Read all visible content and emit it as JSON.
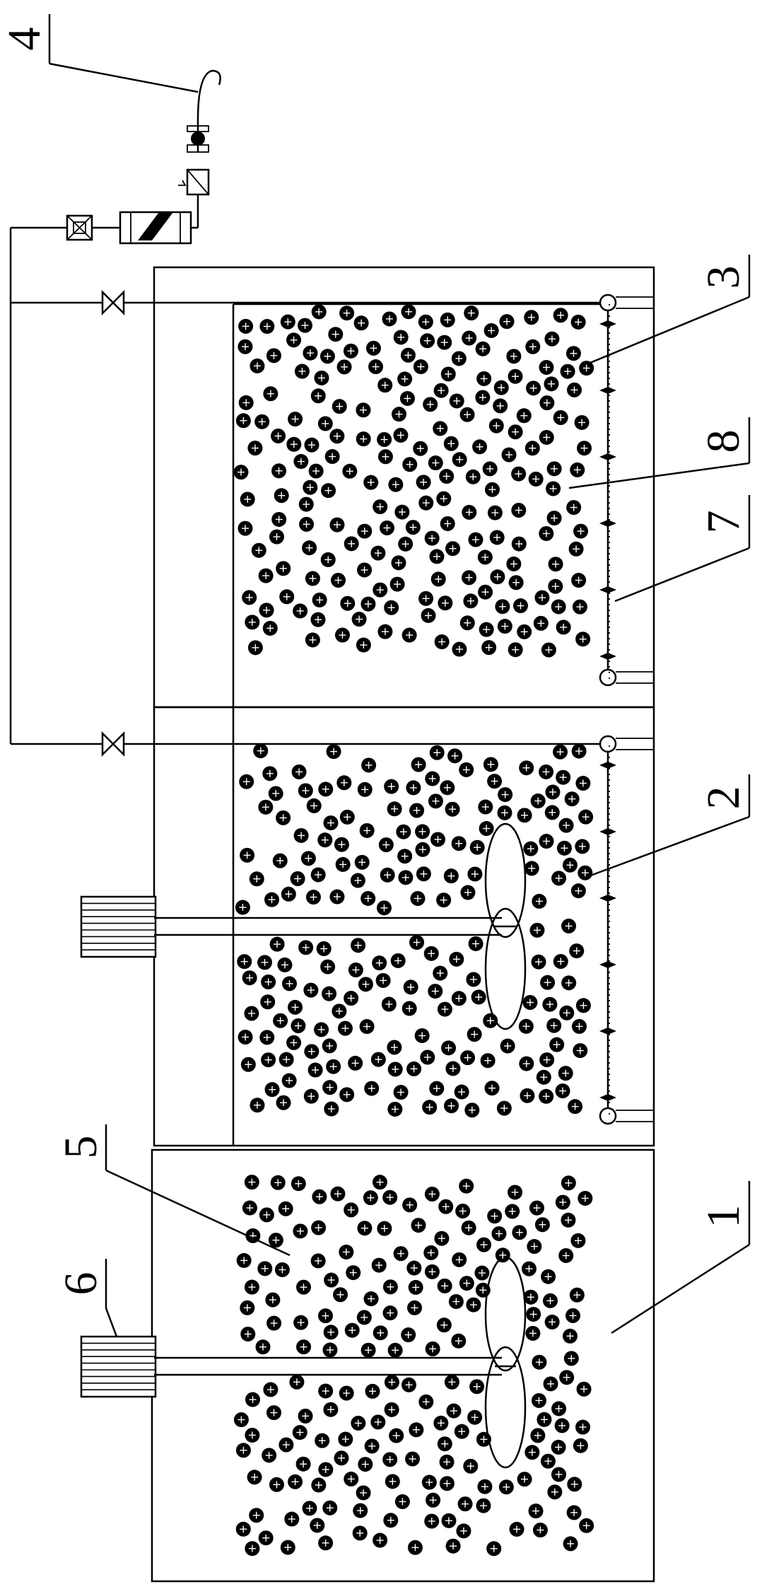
{
  "labels": {
    "l1": "1",
    "l2": "2",
    "l3": "3",
    "l4": "4",
    "l5": "5",
    "l6": "6",
    "l7": "7",
    "l8": "8"
  },
  "colors": {
    "ink": "#000000",
    "paper": "#ffffff"
  },
  "icons": {
    "valve": "gate-valve-icon",
    "pump": "pump-icon",
    "flow_meter": "flow-meter-icon",
    "check_valve": "check-valve-icon",
    "motor": "stirrer-motor-icon",
    "impeller": "impeller-icon",
    "carrier": "media-ball-icon"
  }
}
